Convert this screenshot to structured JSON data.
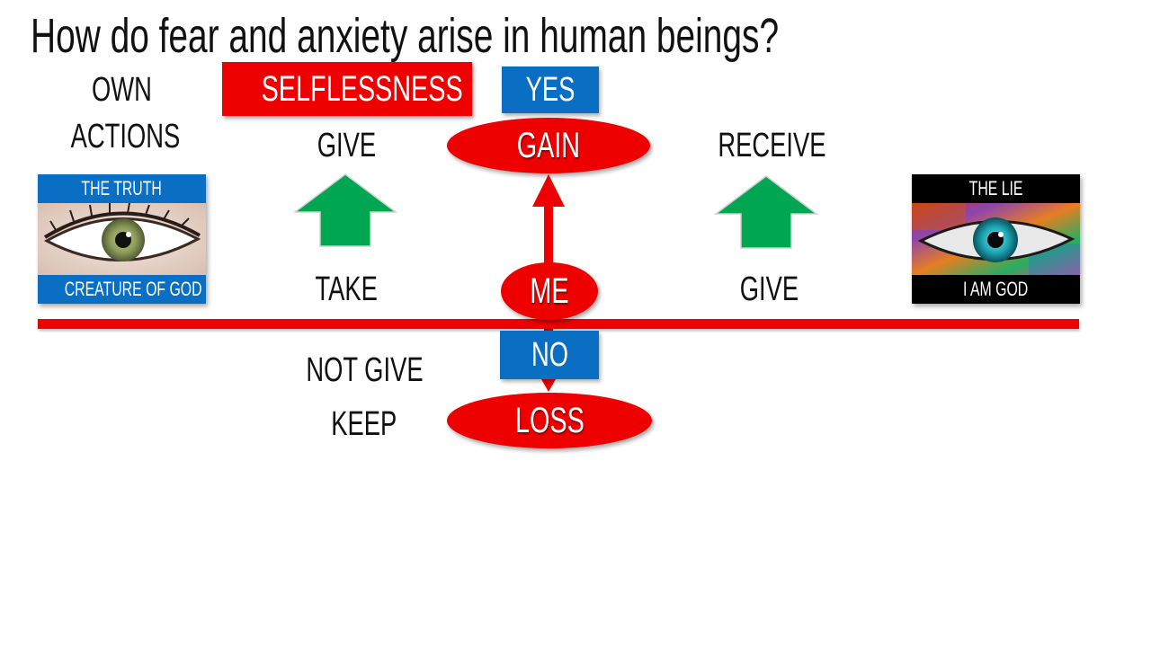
{
  "title": "How do fear and anxiety arise in human beings?",
  "own_actions": [
    "OWN",
    "ACTIONS"
  ],
  "selflessness": "SELFLESSNESS",
  "yes": "YES",
  "no": "NO",
  "gain": "GAIN",
  "me": "ME",
  "loss": "LOSS",
  "left_give": "GIVE",
  "left_take": "TAKE",
  "right_receive": "RECEIVE",
  "right_give": "GIVE",
  "not_give": "NOT GIVE",
  "keep": "KEEP",
  "truth_card": {
    "top": "THE TRUTH",
    "bottom": "CREATURE OF GOD"
  },
  "lie_card": {
    "top": "THE LIE",
    "bottom": "I AM GOD"
  },
  "colors": {
    "red": "#ee0000",
    "blue": "#0a6ec2",
    "green": "#00a651",
    "black": "#000000"
  },
  "icons": [
    "up-arrow-icon",
    "eye-icon"
  ]
}
